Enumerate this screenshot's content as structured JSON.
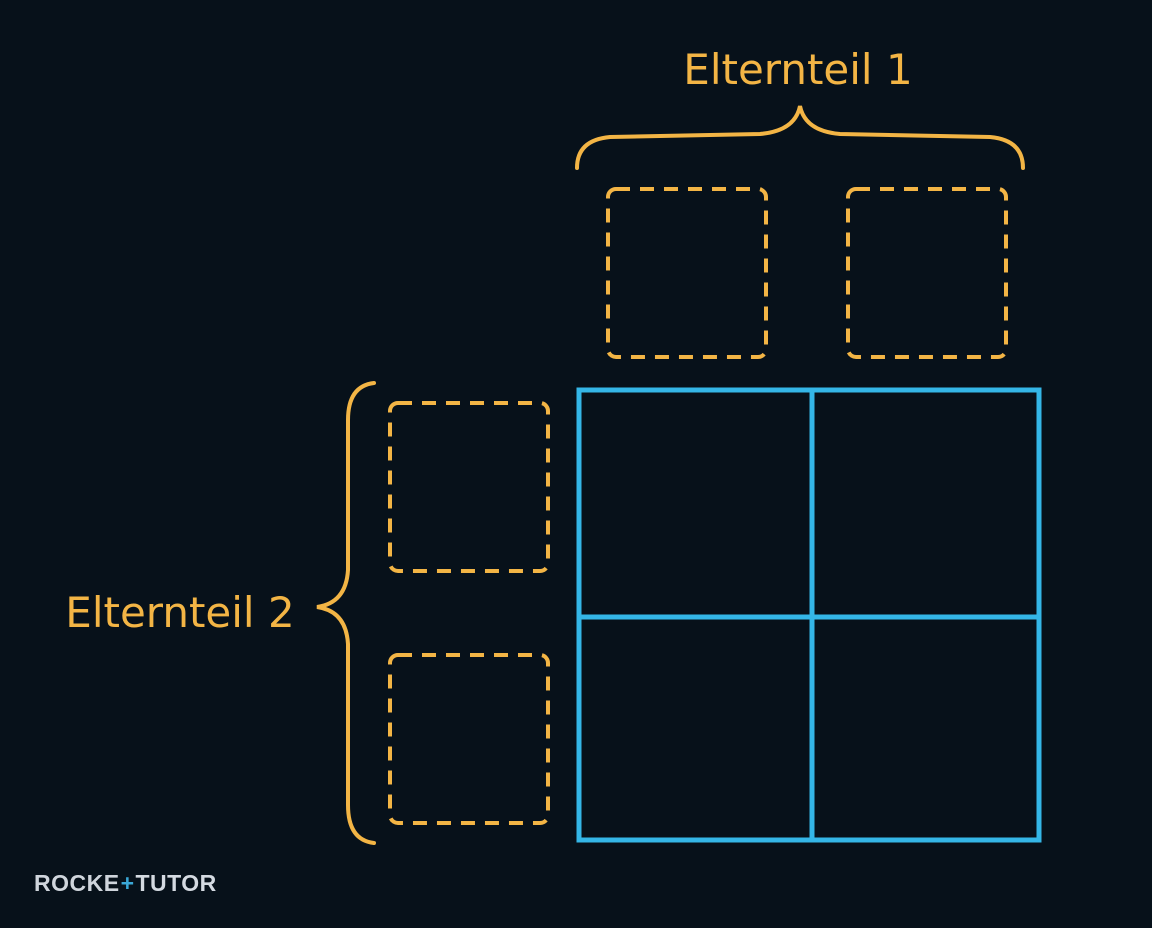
{
  "diagram": {
    "parent1_label": "Elternteil 1",
    "parent2_label": "Elternteil 2",
    "parent1_allele_count": 2,
    "parent2_allele_count": 2,
    "punnett_grid": {
      "rows": 2,
      "cols": 2
    }
  },
  "colors": {
    "background": "#07111a",
    "parent_accent": "#f3b545",
    "grid_accent": "#34b6e7"
  },
  "logo": {
    "text_part_1": "ROCKE",
    "symbol": "+",
    "text_part_2": "TUTOR"
  }
}
